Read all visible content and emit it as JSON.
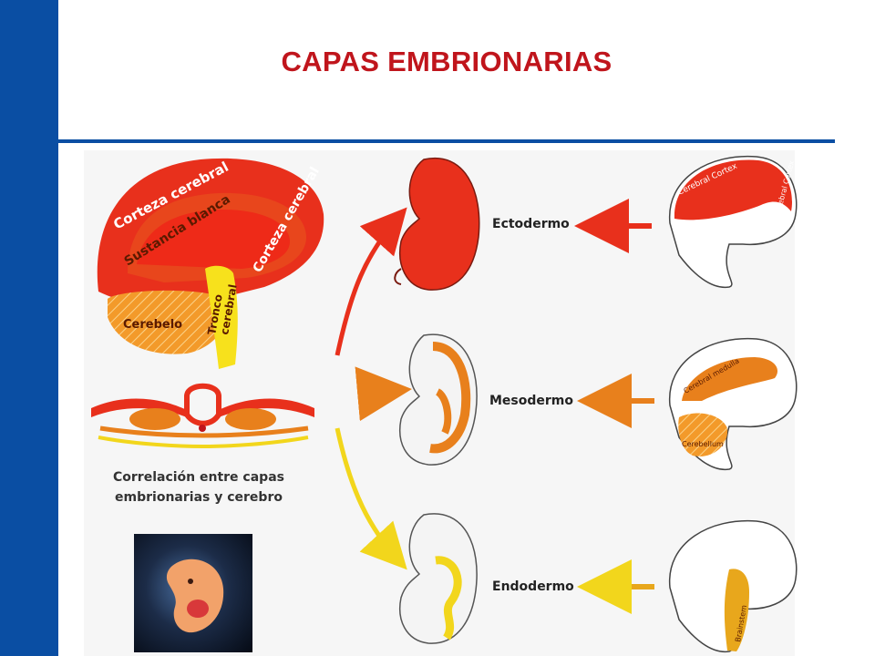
{
  "slide": {
    "title": "CAPAS EMBRIONARIAS"
  },
  "diagram": {
    "left_brain_labels": {
      "corteza_top": "Corteza cerebral",
      "sustancia": "Sustancia blanca",
      "corteza_right": "Corteza cerebral",
      "tronco": "Tronco",
      "cerebral": "cerebral",
      "cerebelo": "Cerebelo"
    },
    "caption_line1": "Correlación entre capas",
    "caption_line2": "embrionarias y cerebro",
    "layers": [
      {
        "label": "Ectodermo",
        "color": "#e8301c"
      },
      {
        "label": "Mesodermo",
        "color": "#e8801c"
      },
      {
        "label": "Endodermo",
        "color": "#f2d61c"
      }
    ],
    "right_brain_labels": {
      "cortex_1": "Cerebral Cortex",
      "cortex_2": "Cerebral Cortex",
      "medulla": "Cerebral medulla",
      "cerebellum": "Cerebellum",
      "brainstem": "Brainstem"
    }
  }
}
